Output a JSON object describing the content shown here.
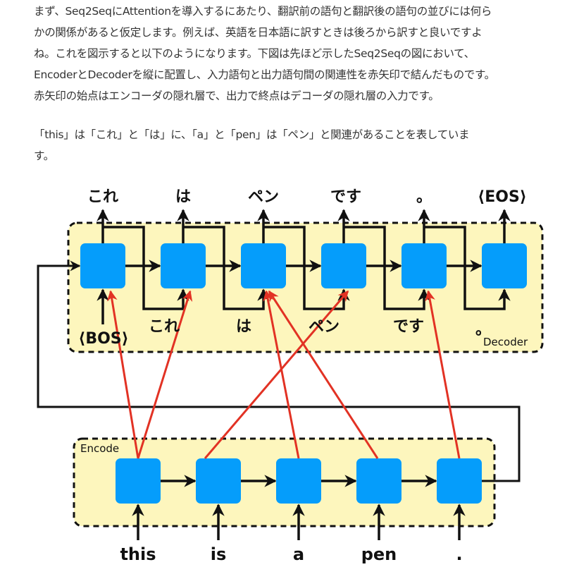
{
  "article": {
    "paragraph1_lines": [
      "まず、Seq2SeqにAttentionを導入するにあたり、翻訳前の語句と翻訳後の語句の並びには何ら",
      "かの関係があると仮定します。例えば、英語を日本語に訳すときは後ろから訳すと良いですよ",
      "ね。これを図示すると以下のようになります。下図は先ほど示したSeq2Seqの図において、",
      "EncoderとDecoderを縦に配置し、入力語句と出力語句間の関連性を赤矢印で結んだものです。",
      "赤矢印の始点はエンコーダの隠れ層で、出力で終点はデコーダの隠れ層の入力です。"
    ],
    "paragraph2_lines": [
      "「this」は「これ」と「は」に、「a」と「pen」は「ペン」と関連があることを表していま",
      "す。"
    ]
  },
  "diagram": {
    "decoder": {
      "label": "Decoder",
      "outputs": [
        "これ",
        "は",
        "ペン",
        "です",
        "。",
        "⟨EOS⟩"
      ],
      "inputs": [
        "⟨BOS⟩",
        "これ",
        "は",
        "ペン",
        "です",
        "。"
      ]
    },
    "encoder": {
      "label": "Encode",
      "inputs": [
        "this",
        "is",
        "a",
        "pen",
        "."
      ]
    },
    "attention_links": [
      {
        "from_encoder": 0,
        "to_decoder": 0
      },
      {
        "from_encoder": 0,
        "to_decoder": 1
      },
      {
        "from_encoder": 1,
        "to_decoder": 3
      },
      {
        "from_encoder": 2,
        "to_decoder": 2
      },
      {
        "from_encoder": 3,
        "to_decoder": 2
      },
      {
        "from_encoder": 4,
        "to_decoder": 4
      }
    ],
    "colors": {
      "cell": "#059dfb",
      "panel_fill": "#fdf6bd",
      "attention": "#e23224",
      "line": "#111111"
    }
  }
}
